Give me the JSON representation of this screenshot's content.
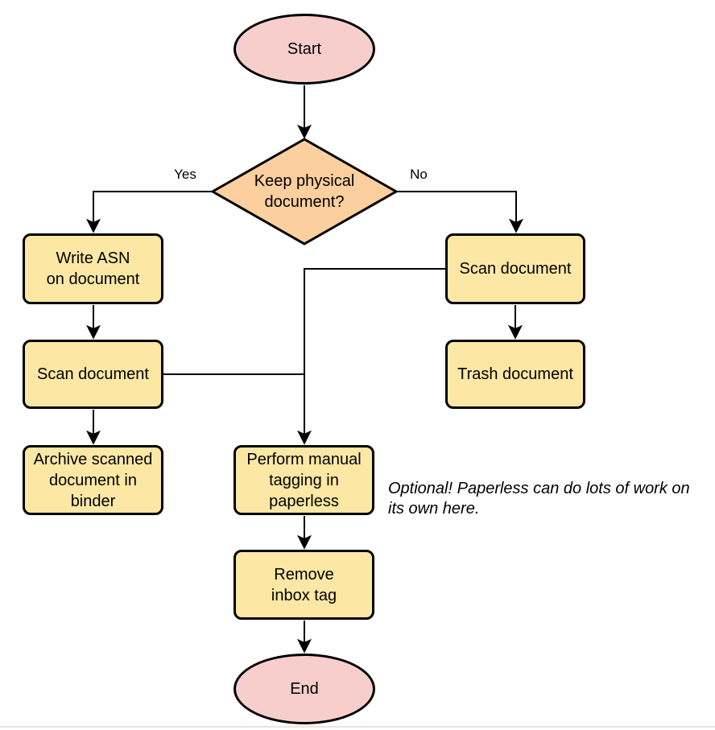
{
  "diagram": {
    "nodes": {
      "start": {
        "label": "Start",
        "type": "terminator"
      },
      "decision": {
        "label": "Keep physical\ndocument?",
        "type": "decision"
      },
      "write_asn": {
        "label": "Write ASN\non document",
        "type": "process"
      },
      "scan_document_left": {
        "label": "Scan document",
        "type": "process"
      },
      "archive_scanned": {
        "label": "Archive scanned\ndocument in\nbinder",
        "type": "process"
      },
      "scan_document_right": {
        "label": "Scan document",
        "type": "process"
      },
      "trash_document": {
        "label": "Trash document",
        "type": "process"
      },
      "perform_tagging": {
        "label": "Perform manual\ntagging in\npaperless",
        "type": "process"
      },
      "remove_inbox_tag": {
        "label": "Remove\ninbox tag",
        "type": "process"
      },
      "end": {
        "label": "End",
        "type": "terminator"
      }
    },
    "edge_labels": {
      "yes": "Yes",
      "no": "No"
    },
    "annotation": "Optional! Paperless can do lots of work on\nits own here.",
    "colors": {
      "terminator_fill": "#f8cecc",
      "decision_fill": "#fbcf9e",
      "process_fill": "#fce8a4",
      "stroke": "#000000",
      "bottom_edge": "#f0e1e1"
    }
  }
}
